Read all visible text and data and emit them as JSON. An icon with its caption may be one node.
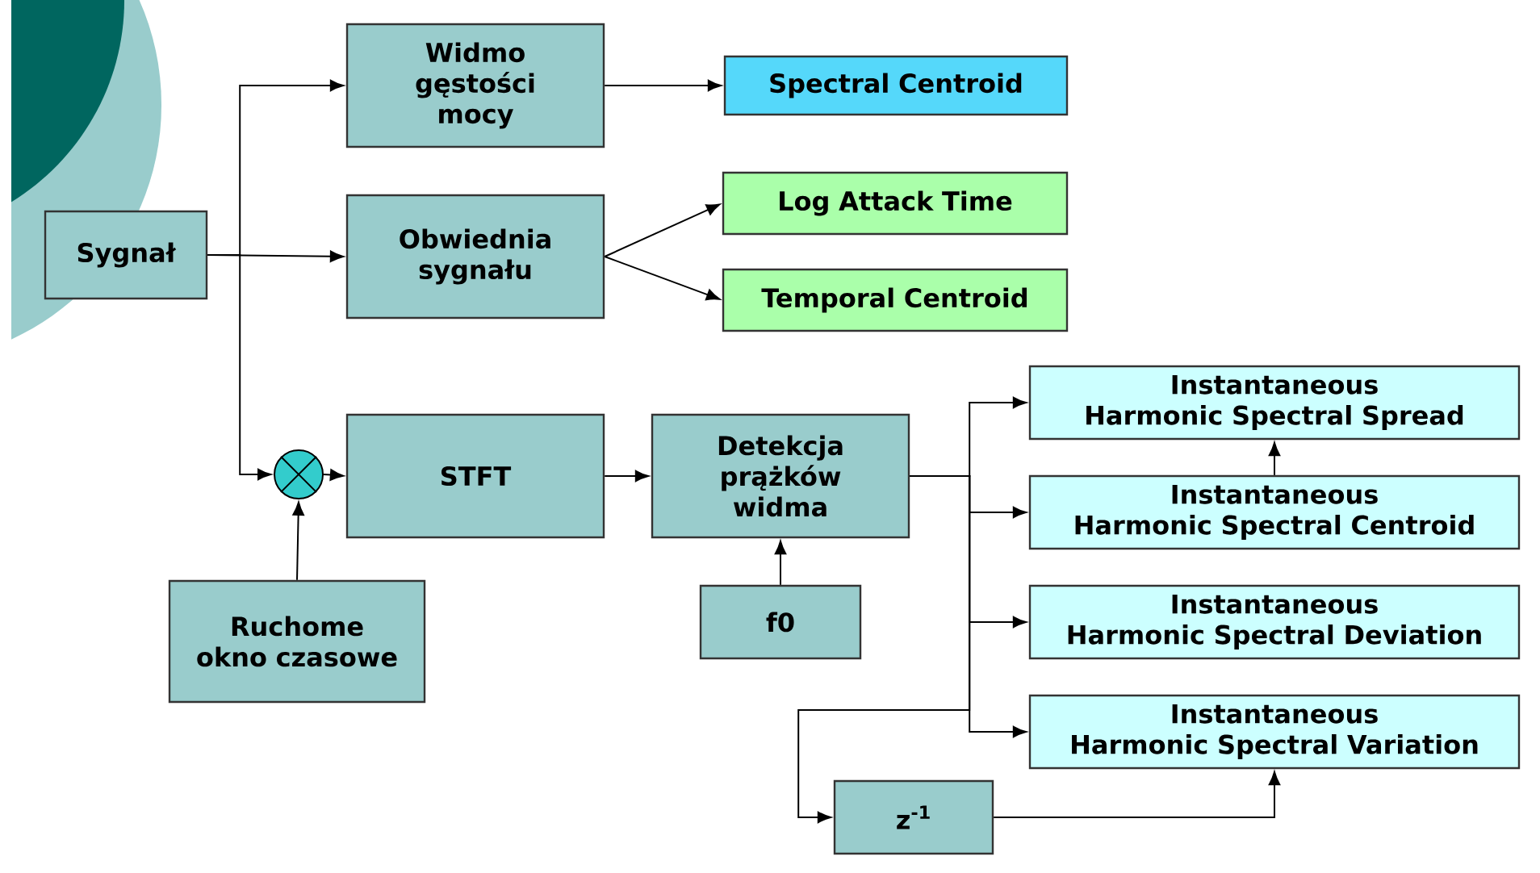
{
  "diagram": {
    "nodes": [
      {
        "text": [
          "Sygnał"
        ]
      },
      {
        "text": [
          "Widmo gęstości mocy"
        ]
      },
      {
        "text": [
          "Spectral Centroid"
        ]
      },
      {
        "text": [
          "Obwiednia sygnału"
        ]
      },
      {
        "text": [
          "Log Attack Time"
        ]
      },
      {
        "text": [
          "Temporal Centroid"
        ]
      },
      {
        "text": [],
        "shape": "circle"
      },
      {
        "text": [
          "STFT"
        ]
      },
      {
        "text": [
          "Detekcja prążków widma"
        ]
      },
      {
        "text": [
          "Ruchome okno czasowe"
        ]
      },
      {
        "text": [
          "f0"
        ]
      },
      {
        "text": [
          "Instantaneous Harmonic Spectral Spread"
        ]
      },
      {
        "text": [
          "Instantaneous Harmonic Spectral Centroid"
        ]
      },
      {
        "text": [
          "Instantaneous Harmonic Spectral Deviation"
        ]
      },
      {
        "text": [
          "Instantaneous Harmonic Spectral Variation"
        ]
      },
      {
        "text": [
          "z$^{-1}$"
        ]
      }
    ],
    "edges": [
      {
        "from": 0,
        "to": 1,
        "arrow": "to"
      },
      {
        "from": 0,
        "to": 3,
        "arrow": "to"
      },
      {
        "from": 0,
        "to": 6,
        "arrow": "to"
      },
      {
        "from": 1,
        "to": 2,
        "arrow": "to"
      },
      {
        "from": 3,
        "to": 4,
        "arrow": "to"
      },
      {
        "from": 3,
        "to": 5,
        "arrow": "to"
      },
      {
        "from": 6,
        "to": 7,
        "arrow": "to"
      },
      {
        "from": 9,
        "to": 6,
        "arrow": "to"
      },
      {
        "from": 7,
        "to": 8,
        "arrow": "to"
      },
      {
        "from": 10,
        "to": 8,
        "arrow": "to"
      },
      {
        "from": 8,
        "to": 11,
        "arrow": "to"
      },
      {
        "from": 8,
        "to": 12,
        "arrow": "to"
      },
      {
        "from": 8,
        "to": 13,
        "arrow": "to"
      },
      {
        "from": 8,
        "to": 14,
        "arrow": "to"
      },
      {
        "from": 8,
        "to": 15,
        "arrow": "to"
      },
      {
        "from": 12,
        "to": 11,
        "arrow": "to"
      },
      {
        "from": 15,
        "to": 14,
        "arrow": "to"
      }
    ]
  }
}
